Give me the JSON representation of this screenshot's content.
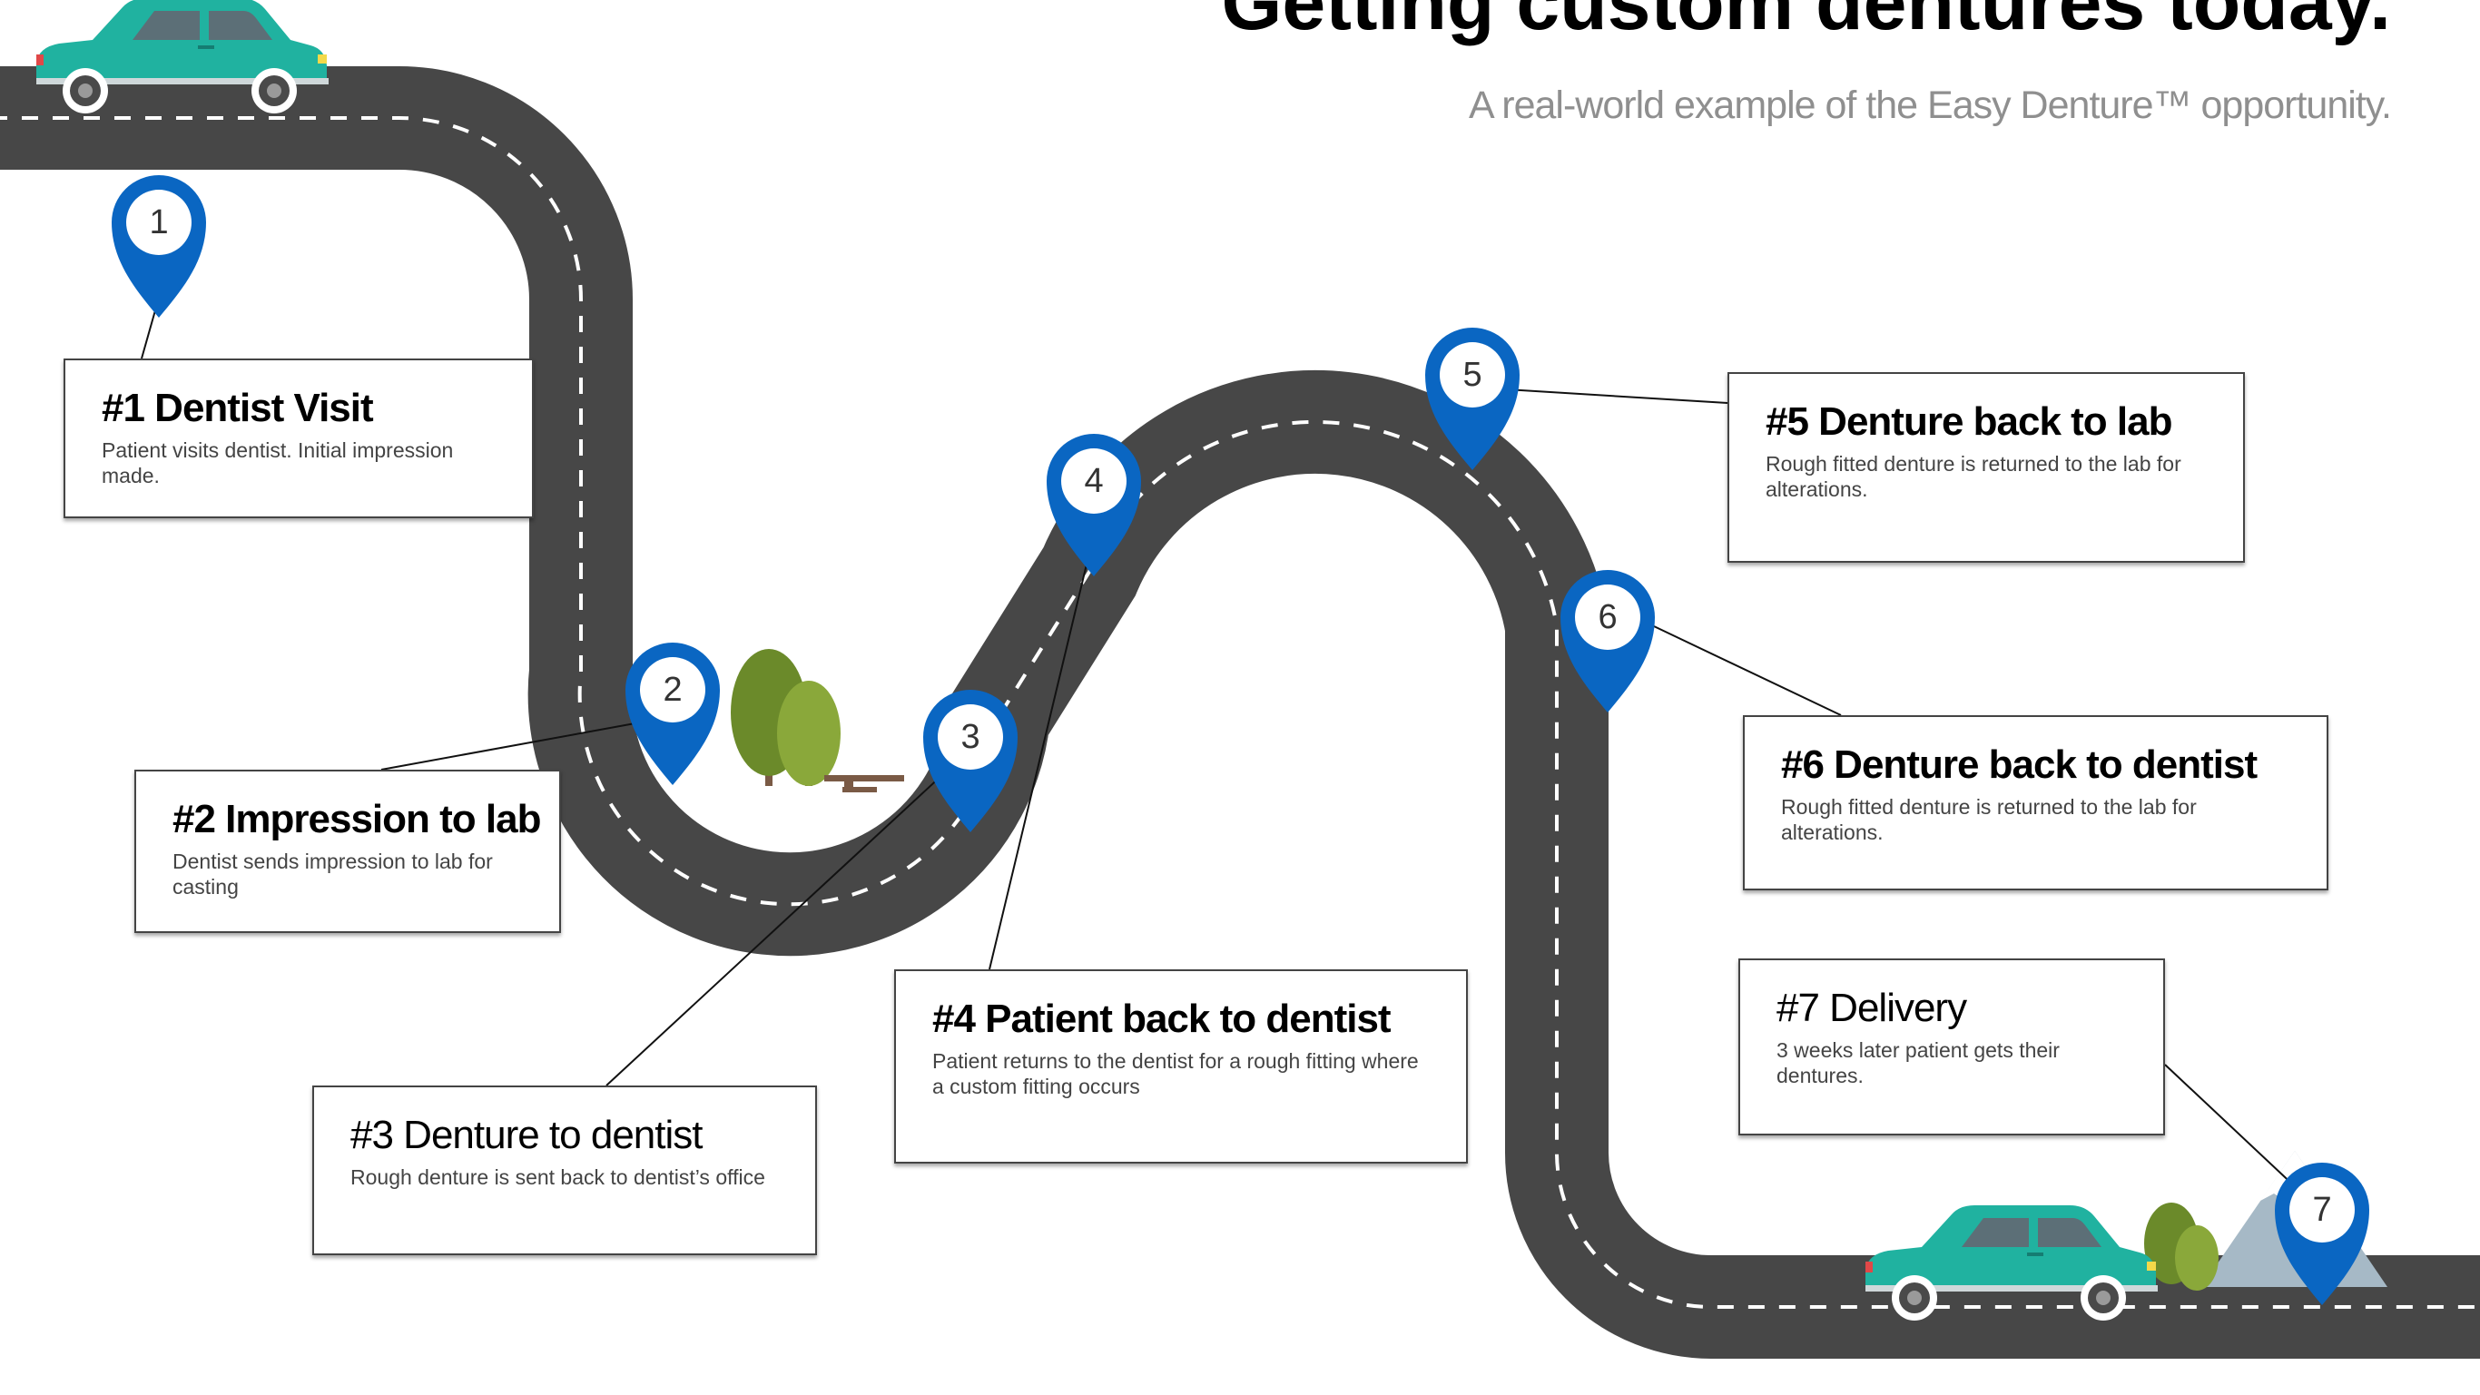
{
  "header": {
    "title": "Getting custom dentures today.",
    "subtitle": "A real-world example of the Easy Denture™ opportunity."
  },
  "colors": {
    "road": "#474747",
    "road_dash": "#ffffff",
    "pin": "#0a66c2",
    "car_body": "#20b2a0",
    "tree_dark": "#6b8a2a",
    "tree_light": "#8aa83a",
    "mountain": "#a6b9c6",
    "trunk": "#7a5a45"
  },
  "pins": [
    {
      "number": "1"
    },
    {
      "number": "2"
    },
    {
      "number": "3"
    },
    {
      "number": "4"
    },
    {
      "number": "5"
    },
    {
      "number": "6"
    },
    {
      "number": "7"
    }
  ],
  "steps": [
    {
      "title": "#1 Dentist Visit",
      "description": "Patient visits dentist. Initial impression made."
    },
    {
      "title": "#2 Impression to lab",
      "description": "Dentist sends impression to lab for casting"
    },
    {
      "title": "#3 Denture to dentist",
      "description": "Rough denture is sent back to dentist’s office"
    },
    {
      "title": "#4 Patient back to dentist",
      "description": "Patient returns to the dentist for a rough fitting where a custom fitting occurs"
    },
    {
      "title": "#5 Denture back to lab",
      "description": "Rough fitted denture is returned to the lab for alterations."
    },
    {
      "title": "#6 Denture back to dentist",
      "description": "Rough fitted denture is returned to the lab for alterations."
    },
    {
      "title": "#7 Delivery",
      "description": "3 weeks later patient gets their dentures."
    }
  ]
}
